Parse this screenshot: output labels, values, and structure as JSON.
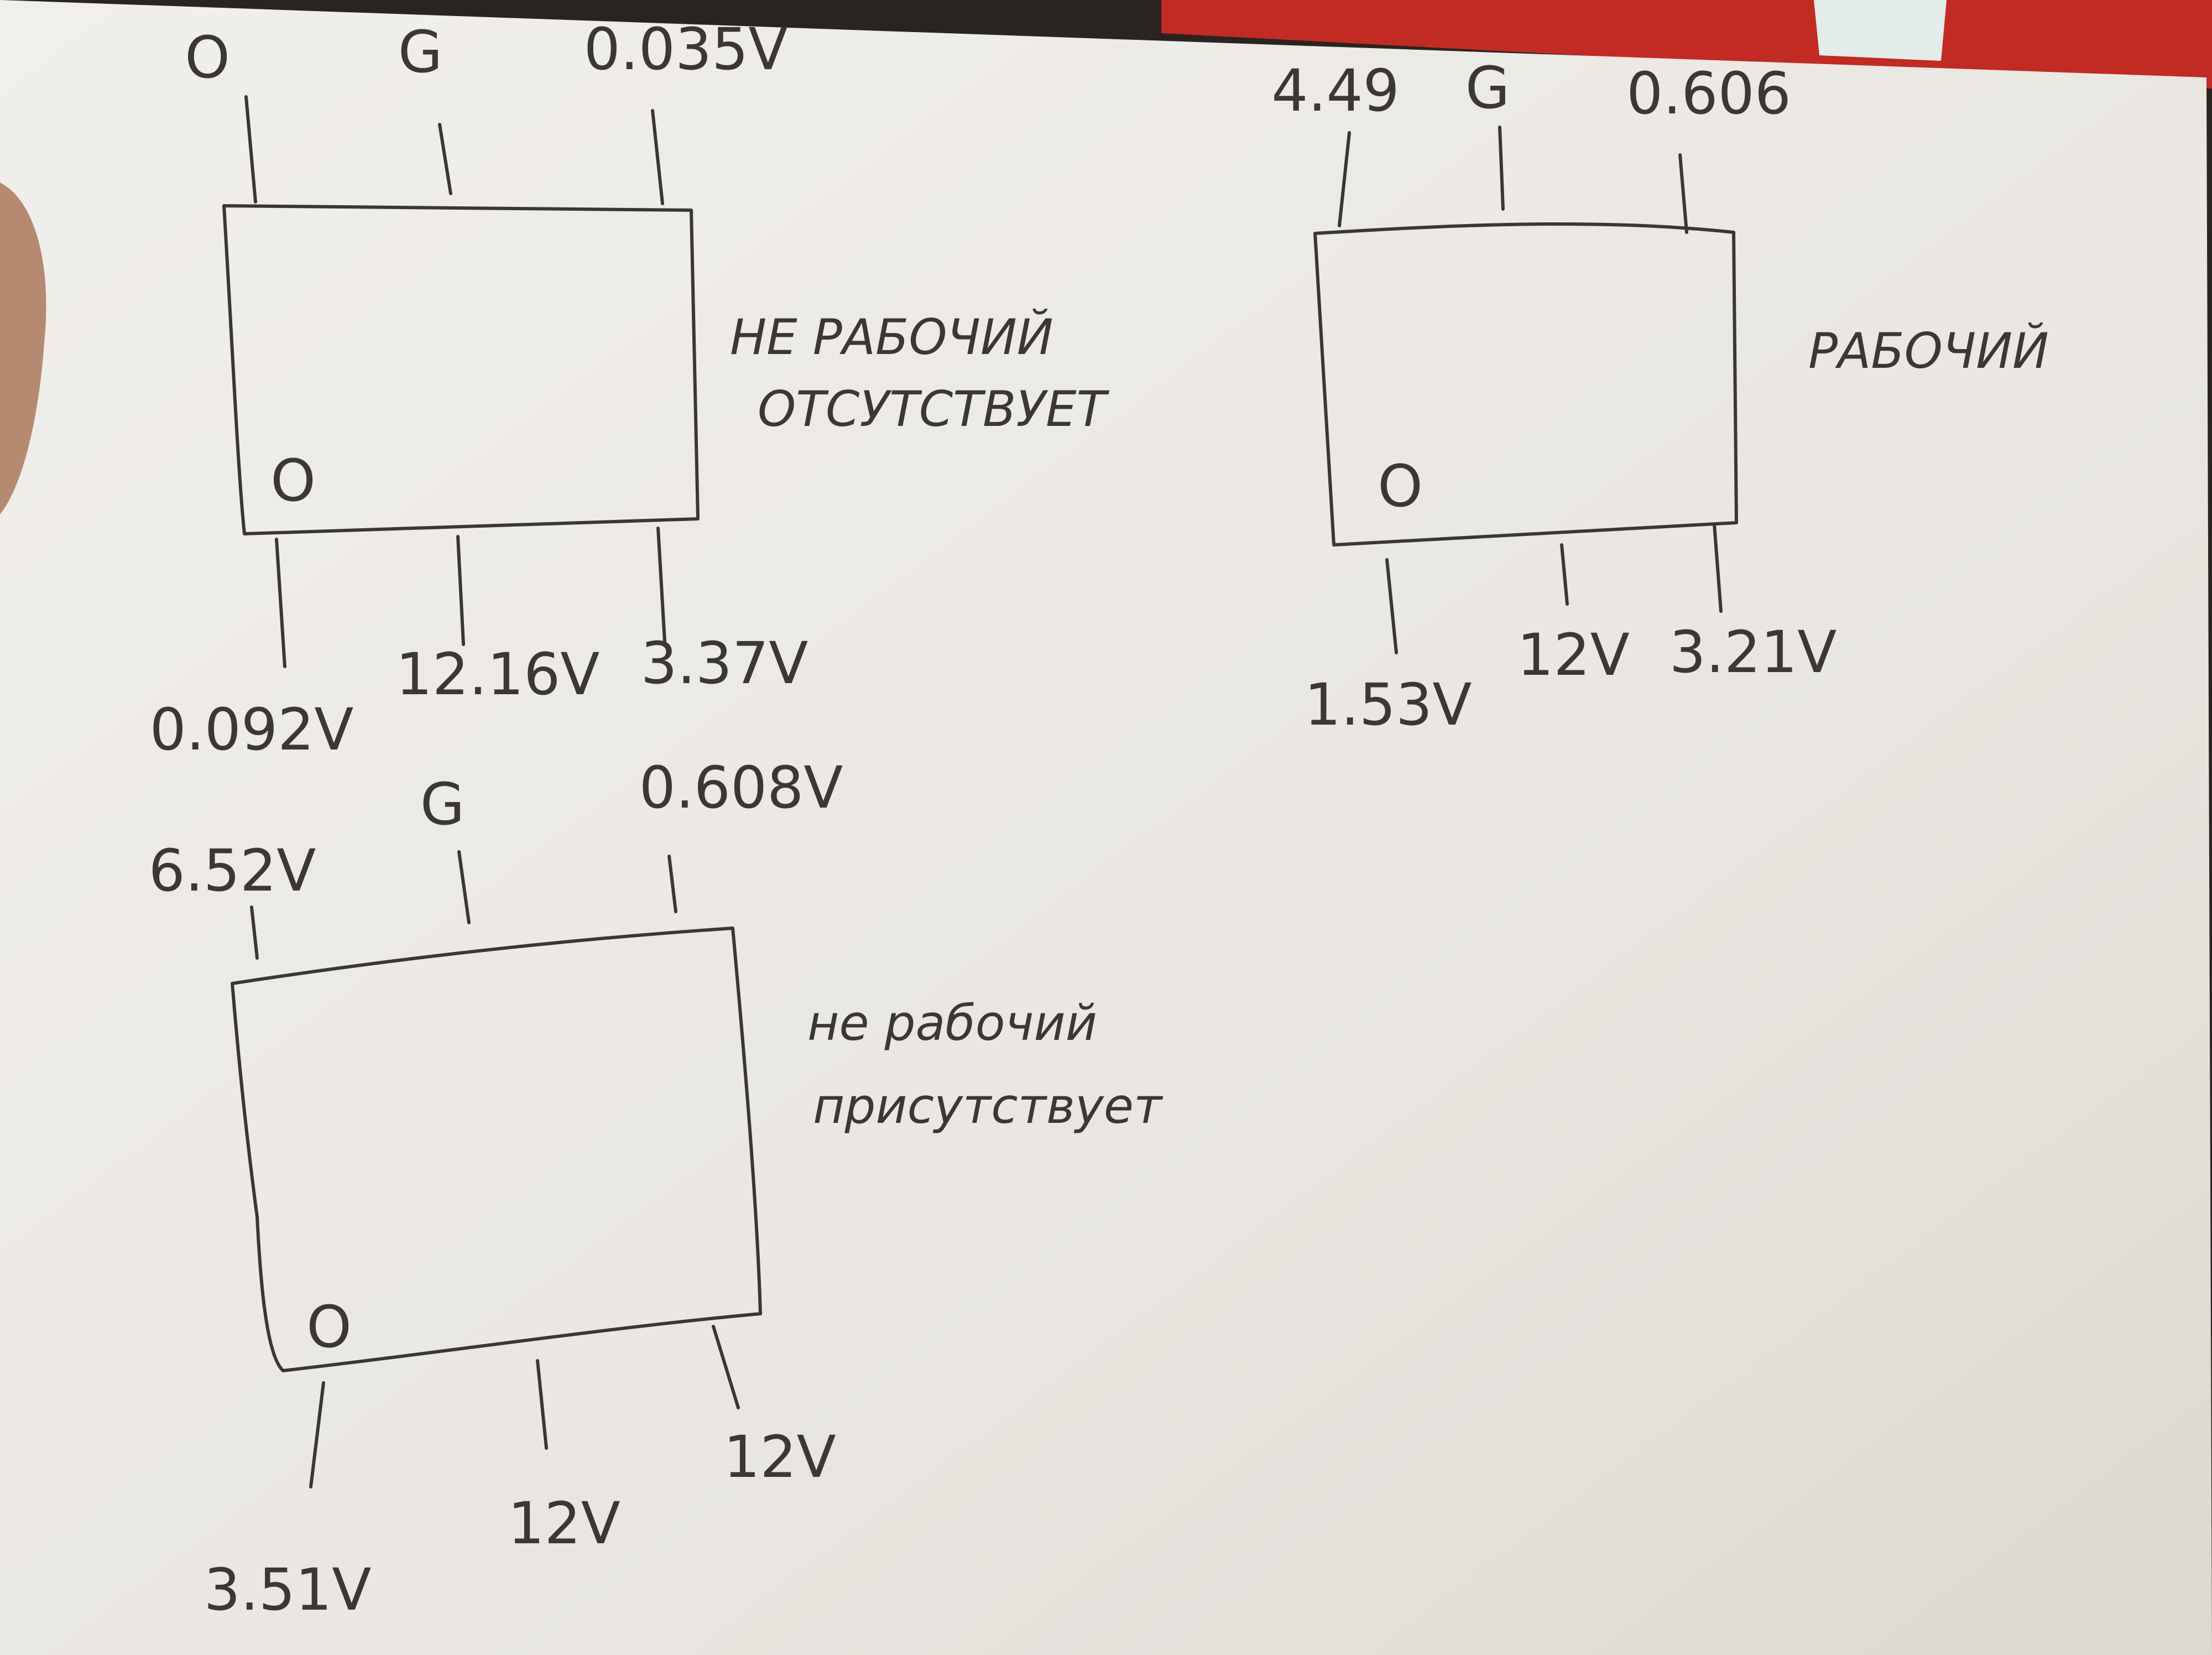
{
  "diagrams": [
    {
      "top_pins": [
        "O",
        "G",
        "0.035V"
      ],
      "bottom_pins": [
        "0.092V",
        "12.16V",
        "3.37V"
      ],
      "pin1_mark": "O",
      "status": "НЕ РАБОЧИЙ",
      "note": "ОТСУТСТВУЕТ"
    },
    {
      "top_pins": [
        "4.49",
        "G",
        "0.606"
      ],
      "bottom_pins": [
        "1.53V",
        "12V",
        "3.21V"
      ],
      "pin1_mark": "O",
      "status": "РАБОЧИЙ"
    },
    {
      "top_pins": [
        "6.52V",
        "G",
        "0.608V"
      ],
      "bottom_pins": [
        "3.51V",
        "12V",
        "12V"
      ],
      "pin1_mark": "O",
      "status": "не рабочий",
      "note": "присутствует"
    }
  ],
  "colors": {
    "paper": "#ece9e4",
    "ink": "#3a3633",
    "background_red": "#c22a24",
    "background_dark": "#2a2420",
    "finger": "#b58a70"
  }
}
